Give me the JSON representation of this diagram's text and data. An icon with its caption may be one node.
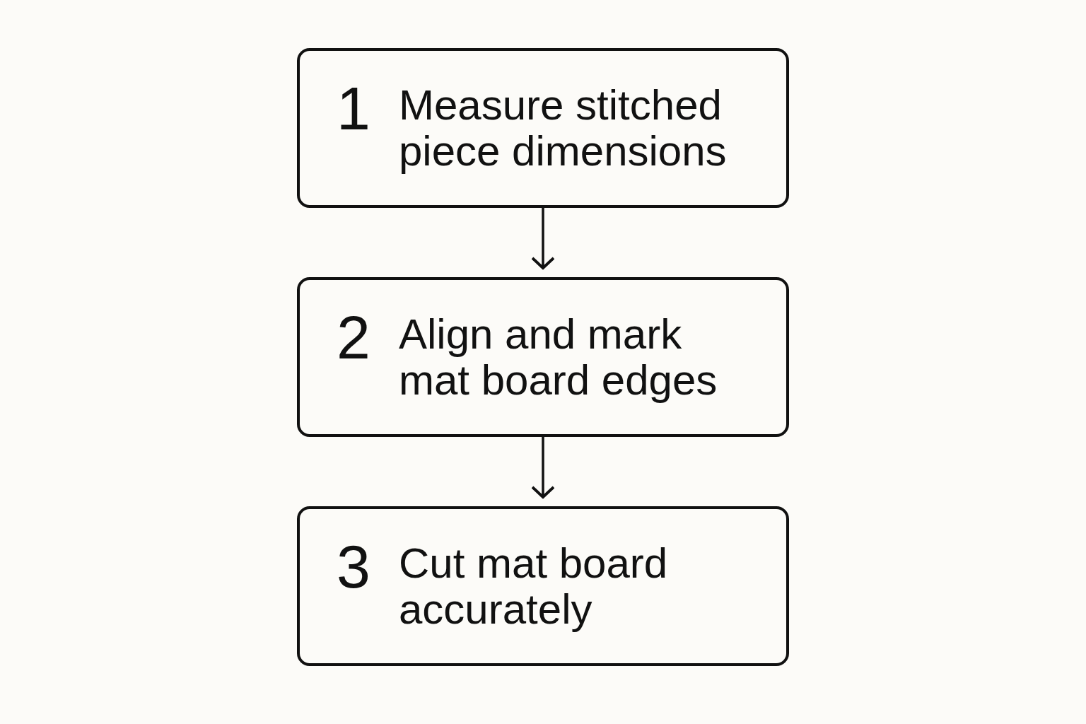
{
  "diagram": {
    "nodes": [
      {
        "text": [
          "1",
          "Measure stitched piece dimensions"
        ]
      },
      {
        "text": [
          "2",
          "Align and mark mat board edges"
        ]
      },
      {
        "text": [
          "3",
          "Cut mat board accurately"
        ]
      }
    ],
    "edges": [
      {
        "from": 0,
        "to": 1,
        "arrow": "to"
      },
      {
        "from": 1,
        "to": 2,
        "arrow": "to"
      }
    ]
  }
}
